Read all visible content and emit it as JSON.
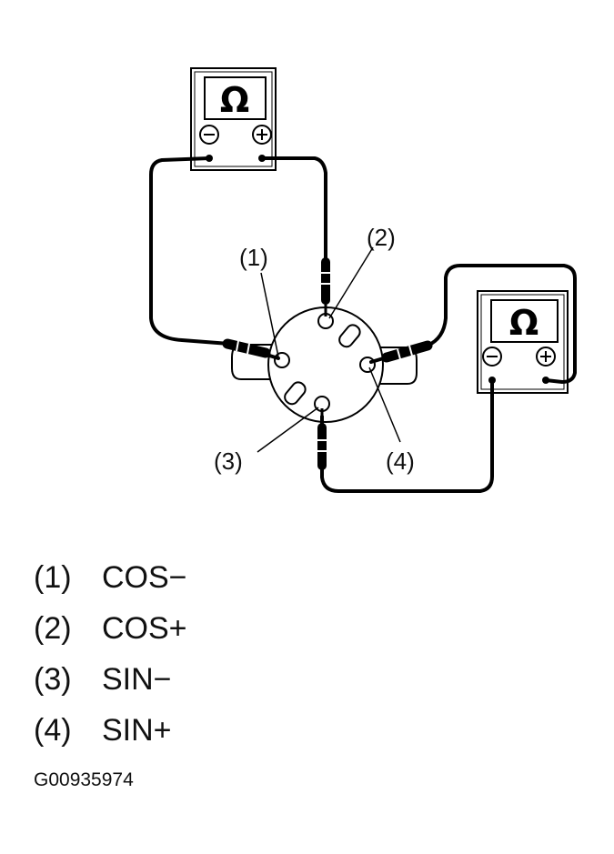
{
  "meters": {
    "unit_symbol": "Ω",
    "negative_symbol": "−",
    "positive_symbol": "+"
  },
  "callouts": [
    "(1)",
    "(2)",
    "(3)",
    "(4)"
  ],
  "legend": [
    {
      "num": "(1)",
      "label": "COS−"
    },
    {
      "num": "(2)",
      "label": "COS+"
    },
    {
      "num": "(3)",
      "label": "SIN−"
    },
    {
      "num": "(4)",
      "label": "SIN+"
    }
  ],
  "figure_code": "G00935974"
}
